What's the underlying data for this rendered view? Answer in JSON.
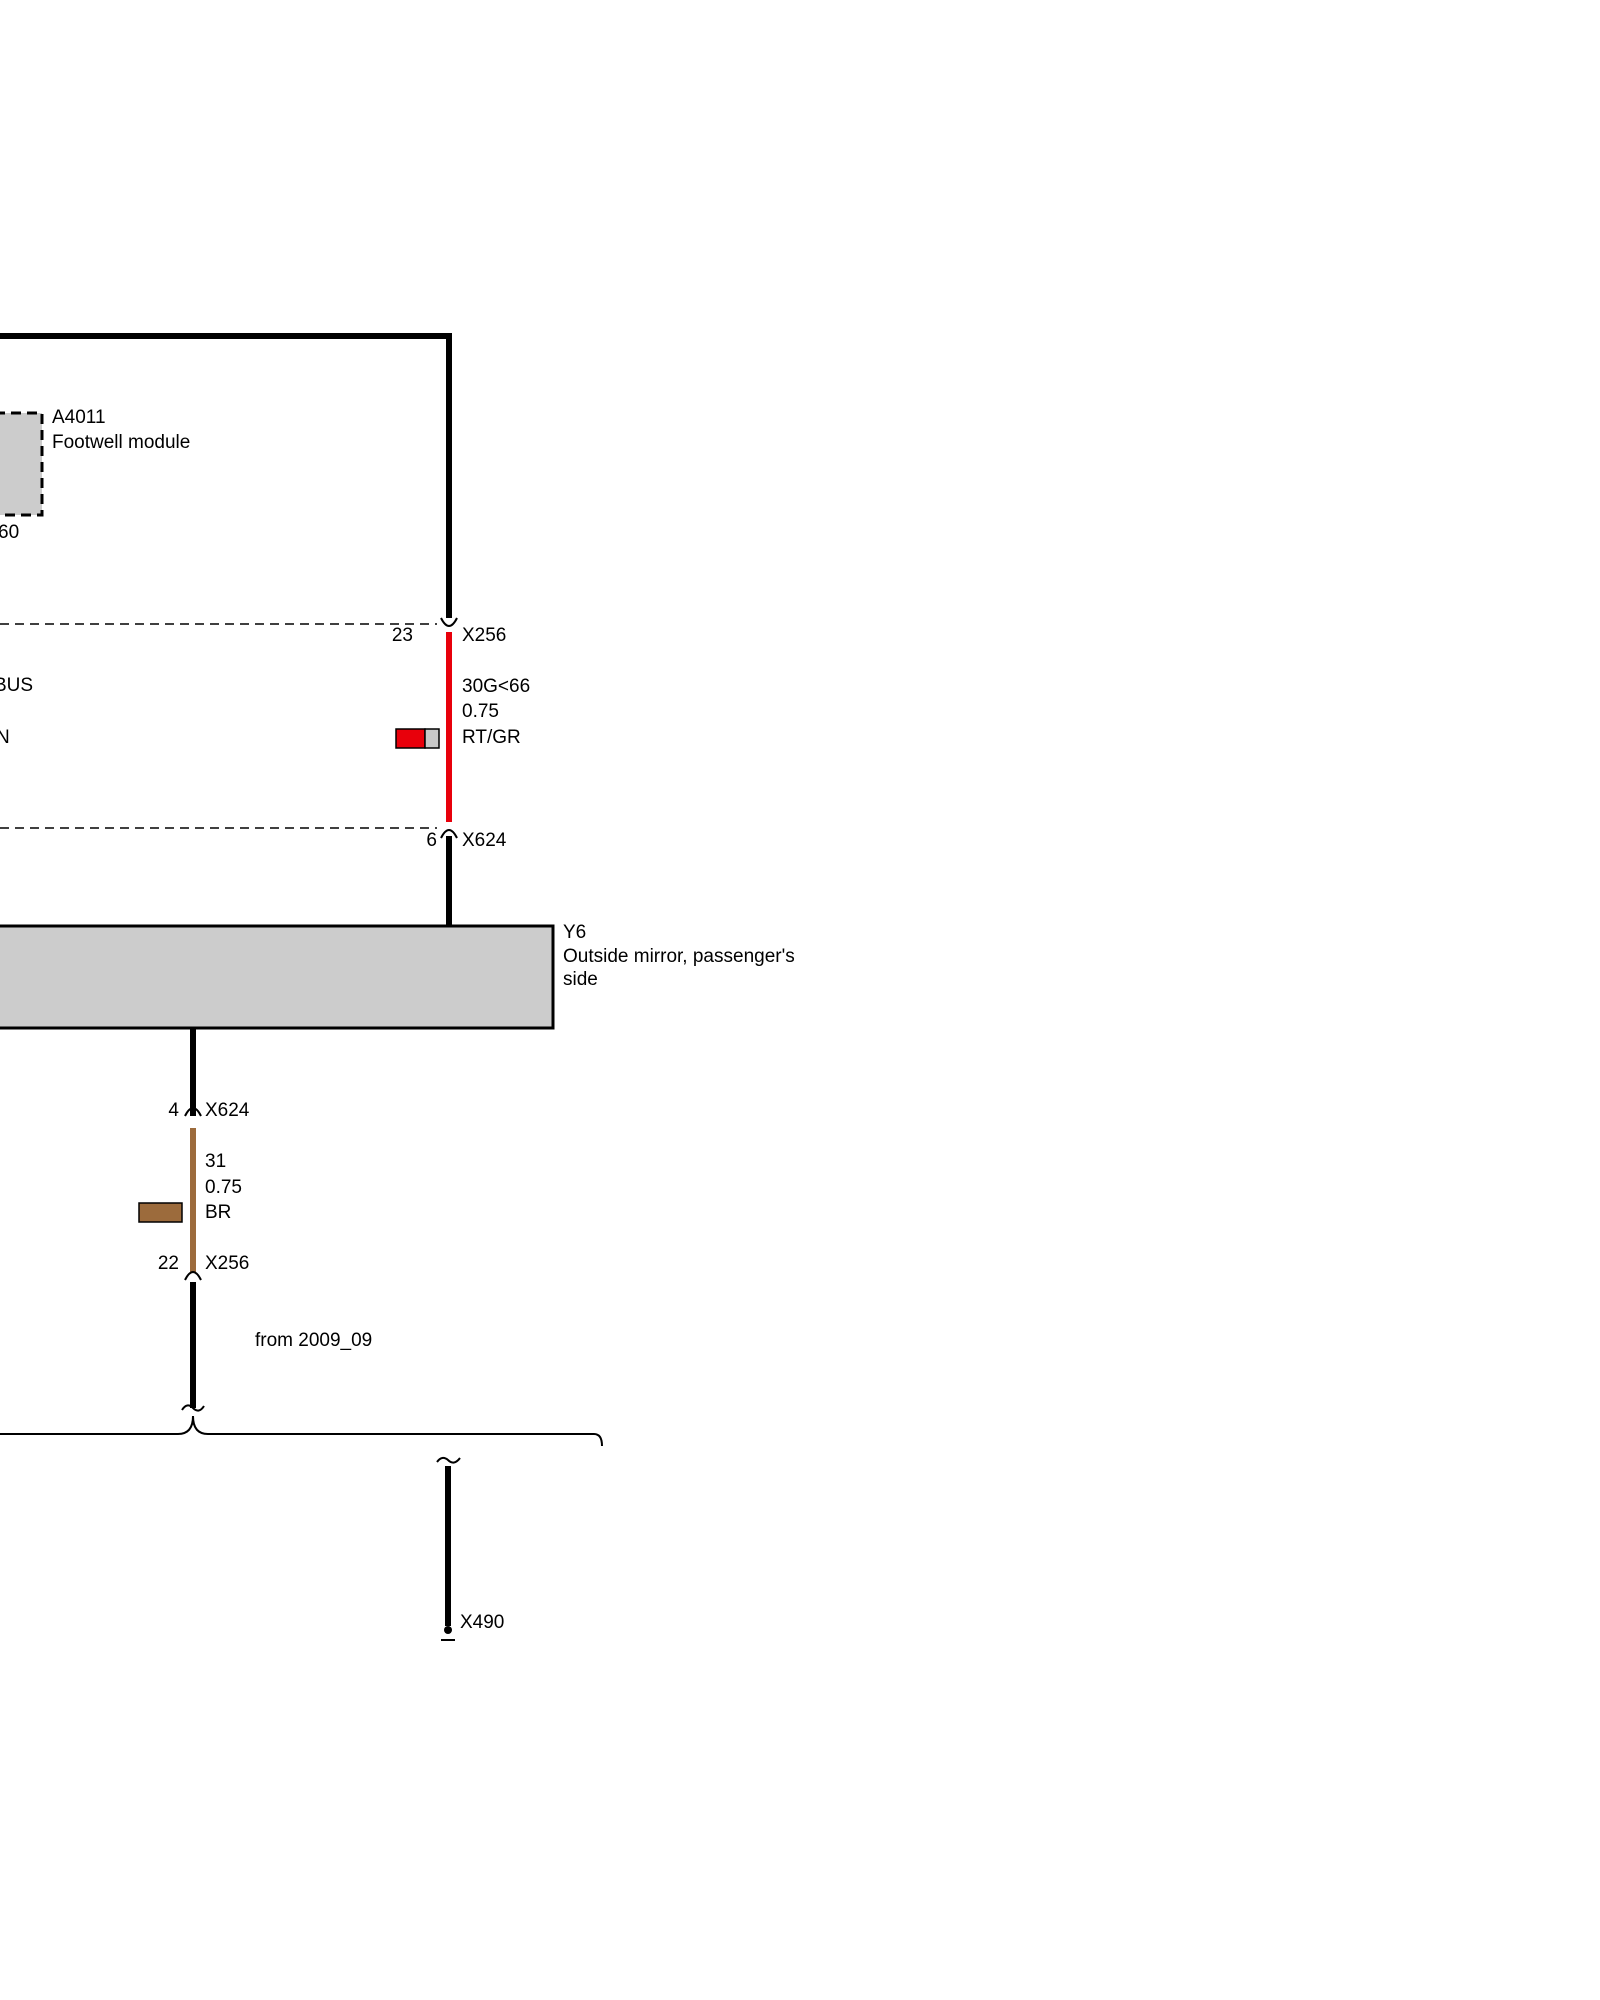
{
  "components": {
    "a4011": {
      "code": "A4011",
      "name": "Footwell module",
      "pin_partial": "60"
    },
    "y6": {
      "code": "Y6",
      "name_line1": "Outside mirror, passenger's",
      "name_line2": "side"
    }
  },
  "left_labels": {
    "bus_partial": "BUS",
    "n_partial": "N"
  },
  "wire_red": {
    "top_pin": "23",
    "top_connector": "X256",
    "signal": "30G<66",
    "gauge": "0.75",
    "color_code": "RT/GR",
    "bottom_pin": "6",
    "bottom_connector": "X624",
    "swatch_main": "#e8000b",
    "swatch_stripe": "#c8c8c8"
  },
  "wire_brown": {
    "top_pin": "4",
    "top_connector": "X624",
    "signal": "31",
    "gauge": "0.75",
    "color_code": "BR",
    "bottom_pin": "22",
    "bottom_connector": "X256",
    "swatch_main": "#9c6b3c"
  },
  "variant_note": "from 2009_09",
  "ground": {
    "connector": "X490"
  },
  "colors": {
    "module_fill": "#cccccc",
    "red_wire": "#e8000b",
    "brown_wire": "#9c6b3c"
  }
}
